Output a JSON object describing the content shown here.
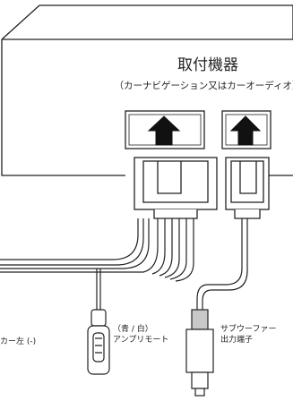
{
  "device": {
    "title": "取付機器",
    "subtitle": "（カーナビゲーション又はカーオーディオ）"
  },
  "labels": {
    "left_speaker": "カー左 (-)",
    "amp_remote_line1": "（青 / 白）",
    "amp_remote_line2": "アンプリモート",
    "subwoofer_line1": "サブウーファー",
    "subwoofer_line2": "出力端子"
  }
}
